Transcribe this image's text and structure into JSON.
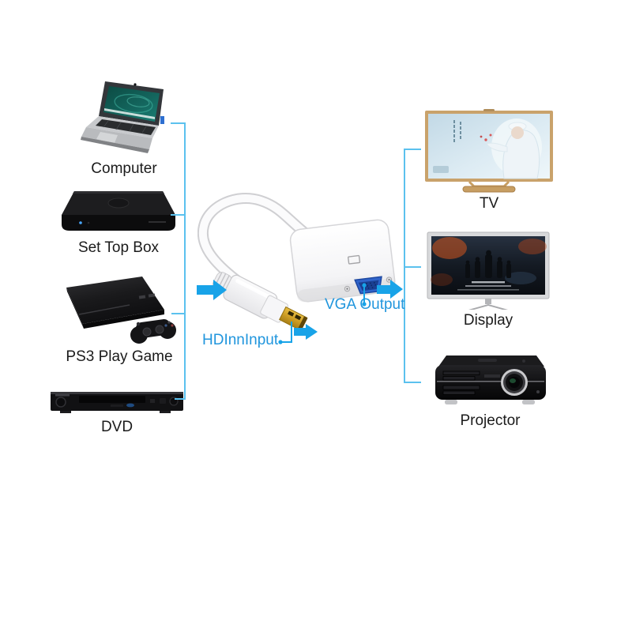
{
  "sources": [
    {
      "label": "Computer"
    },
    {
      "label": "Set Top Box"
    },
    {
      "label": "PS3 Play Game"
    },
    {
      "label": "DVD"
    }
  ],
  "sinks": [
    {
      "label": "TV"
    },
    {
      "label": "Display"
    },
    {
      "label": "Projector"
    }
  ],
  "adapter": {
    "hdmi_label": "HDInnInput",
    "vga_label": "VGA Output"
  },
  "colors": {
    "bracket_line": "#5bc1ee",
    "arrow": "#18a3e8",
    "callout_text": "#2196dd",
    "device_label_text": "#1b1b1b"
  }
}
